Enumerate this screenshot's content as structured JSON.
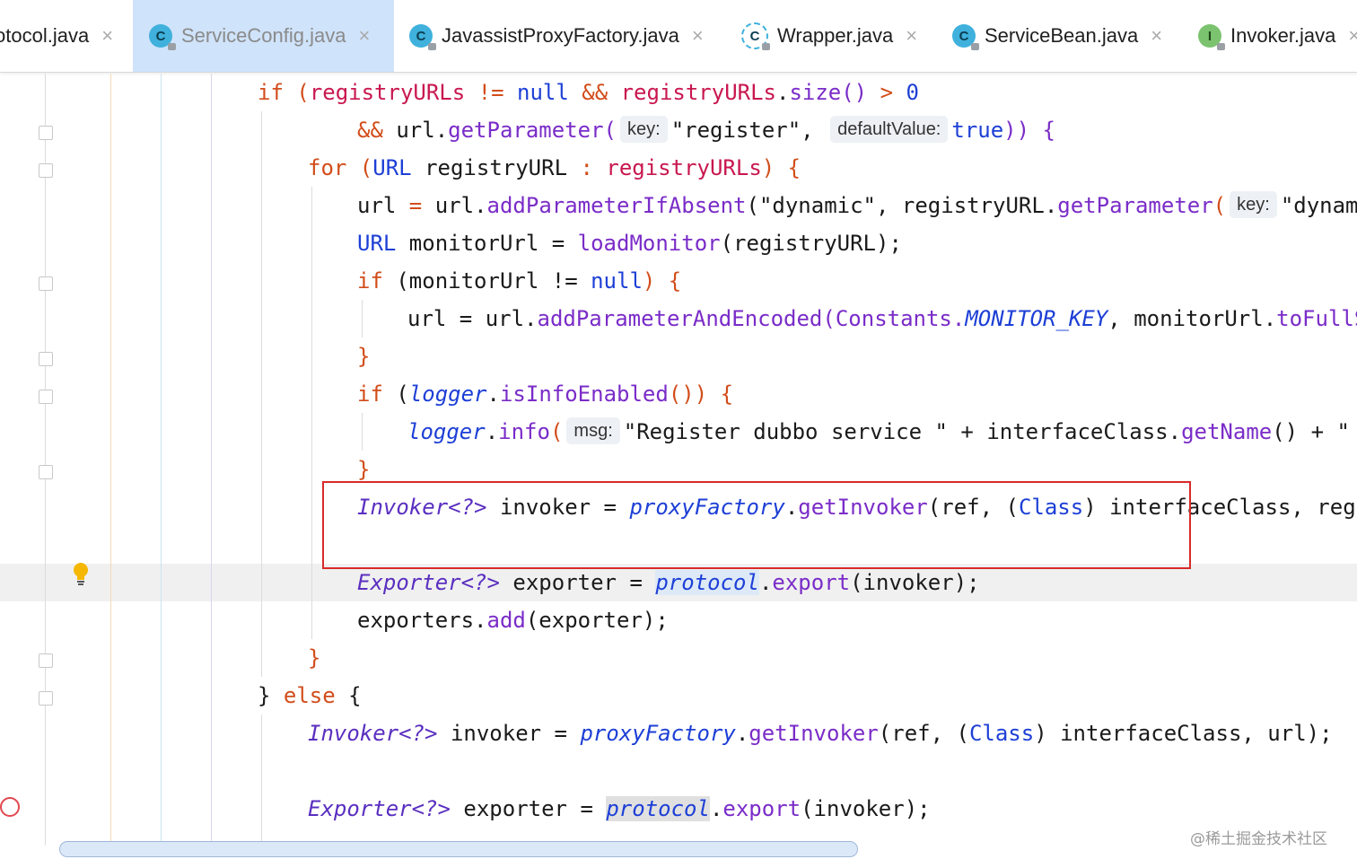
{
  "tabs": [
    {
      "label": "otocol.java",
      "icon": "none"
    },
    {
      "label": "ServiceConfig.java",
      "icon": "class-icon",
      "active": true
    },
    {
      "label": "JavassistProxyFactory.java",
      "icon": "class-icon"
    },
    {
      "label": "Wrapper.java",
      "icon": "abstract-class-icon"
    },
    {
      "label": "ServiceBean.java",
      "icon": "class-icon"
    },
    {
      "label": "Invoker.java",
      "icon": "interface-icon"
    }
  ],
  "icon_letters": {
    "class": "C",
    "interface": "I"
  },
  "close_glyph": "×",
  "code": {
    "l1": [
      "if",
      " (",
      "registryURLs",
      " != ",
      "null",
      " && ",
      "registryURLs",
      ".",
      "size",
      "()",
      " > ",
      "0"
    ],
    "l2": [
      "&&",
      " url.",
      "getParameter",
      "(",
      "key:",
      "\"register\",",
      "defaultValue:",
      "true",
      ")) {"
    ],
    "l3": [
      "for",
      " (",
      "URL",
      " registryURL ",
      ":",
      " registryURLs",
      ") {"
    ],
    "l4": [
      "url",
      " = ",
      "url.",
      "addParameterIfAbsent",
      "(\"dynamic\", registryURL.",
      "getParameter",
      "(",
      "key:",
      "\"dynamic"
    ],
    "l5": [
      "URL",
      " monitorUrl = ",
      "loadMonitor",
      "(registryURL);"
    ],
    "l6": [
      "if",
      " (monitorUrl != ",
      "null",
      ") {"
    ],
    "l7": [
      "url = url.",
      "addParameterAndEncoded",
      "(Constants.",
      "MONITOR_KEY",
      ", monitorUrl.",
      "toFullStr"
    ],
    "l8": [
      "}"
    ],
    "l9": [
      "if",
      " (",
      "logger",
      ".",
      "isInfoEnabled",
      "()) {"
    ],
    "l10": [
      "logger",
      ".",
      "info",
      "(",
      "msg:",
      "\"Register dubbo service \" + interfaceClass.",
      "getName",
      "() + \" u"
    ],
    "l11": [
      "}"
    ],
    "l12": [
      "Invoker<?>",
      " invoker = ",
      "proxyFactory",
      ".",
      "getInvoker",
      "(ref, (",
      "Class",
      ") interfaceClass, regist"
    ],
    "l13": [
      "Exporter<?>",
      " exporter = ",
      "protocol",
      ".",
      "export",
      "(invoker);"
    ],
    "l14": [
      "exporters.",
      "add",
      "(exporter);"
    ],
    "l15": [
      "}"
    ],
    "l16": [
      "} ",
      "else",
      " {"
    ],
    "l17": [
      "Invoker<?>",
      " invoker = ",
      "proxyFactory",
      ".",
      "getInvoker",
      "(ref, (",
      "Class",
      ") interfaceClass, url);"
    ],
    "l18": [
      "Exporter<?>",
      " exporter = ",
      "protocol",
      ".",
      "export",
      "(invoker);"
    ]
  },
  "watermark": "@稀土掘金技术社区",
  "colors": {
    "keyword": "#d24d1b",
    "method": "#7a2cc8",
    "active_tab": "#cfe3fa",
    "highlight_box": "#d72a2a"
  }
}
